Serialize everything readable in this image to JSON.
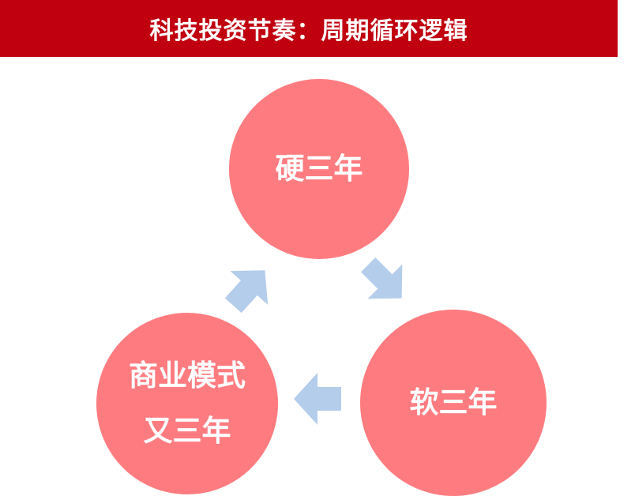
{
  "title": "科技投资节奏：周期循环逻辑",
  "cycle": [
    {
      "lines": [
        "硬三年"
      ]
    },
    {
      "lines": [
        "软三年"
      ]
    },
    {
      "lines": [
        "商业模式",
        "又三年"
      ]
    }
  ],
  "colors": {
    "title_bar": "#c0000f",
    "circle_fill": "#fe7c80",
    "arrow_fill": "#b4cdeb",
    "text": "#ffffff"
  }
}
